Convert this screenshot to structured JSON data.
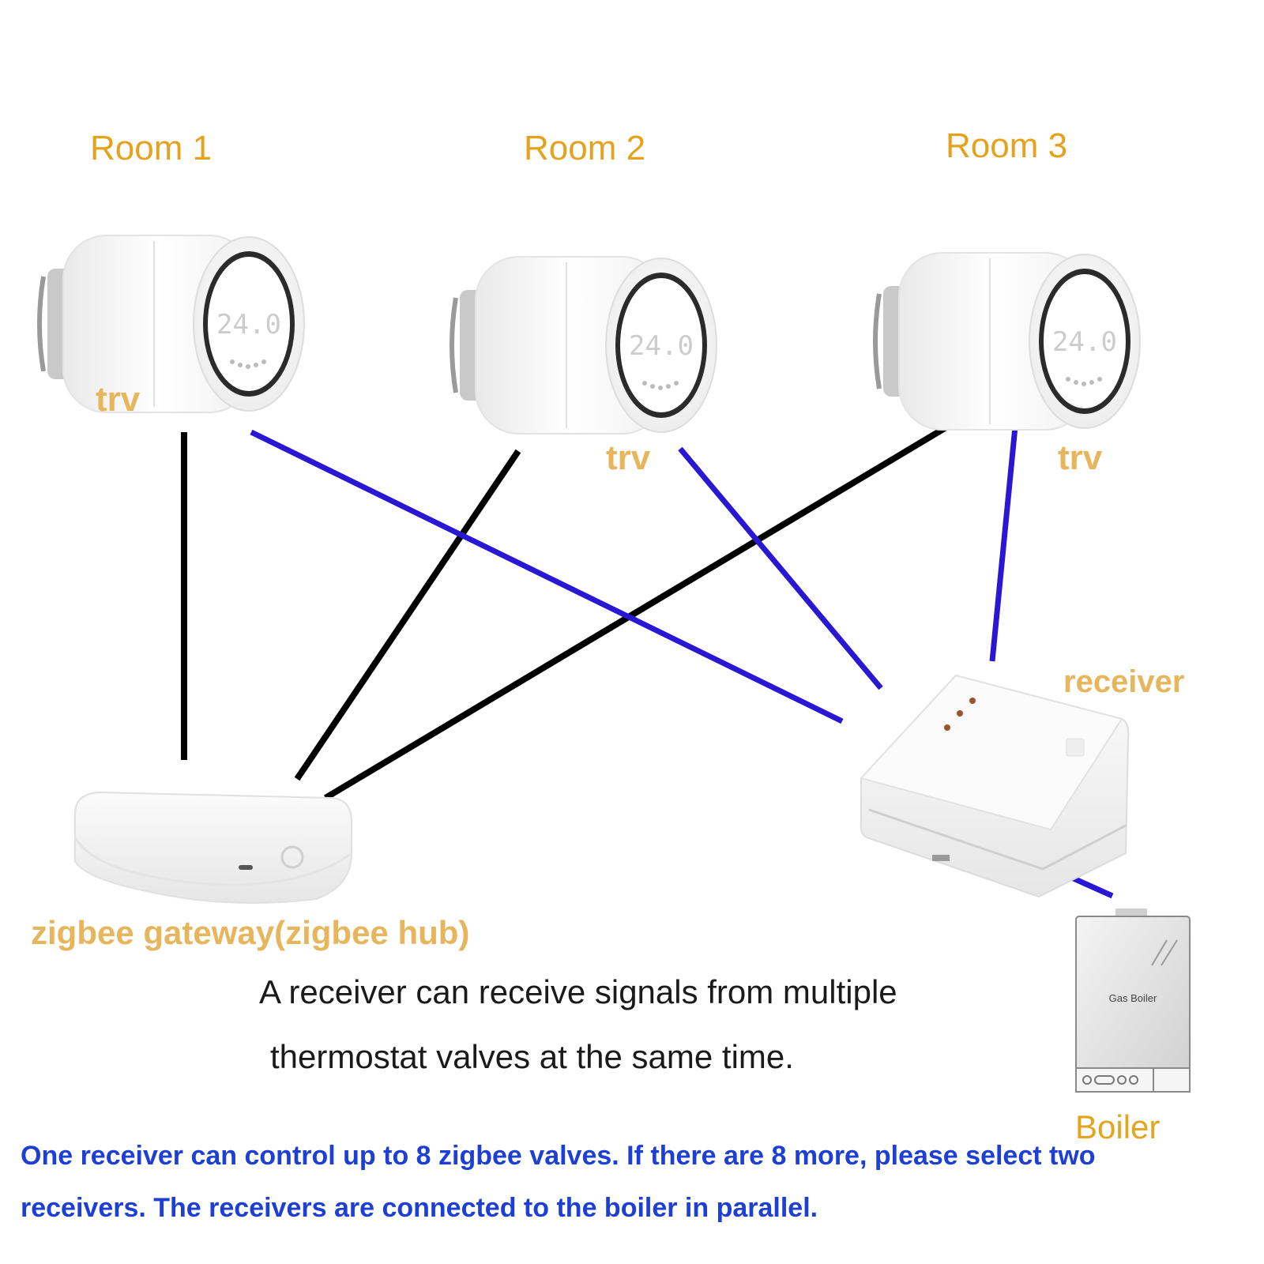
{
  "rooms": [
    {
      "label": "Room 1",
      "device": "trv",
      "display": "24.0"
    },
    {
      "label": "Room 2",
      "device": "trv",
      "display": "24.0"
    },
    {
      "label": "Room 3",
      "device": "trv",
      "display": "24.0"
    }
  ],
  "gateway": {
    "label": "zigbee gateway(zigbee hub)"
  },
  "receiver": {
    "label": "receiver"
  },
  "boiler": {
    "label": "Boiler",
    "panel_text": "Gas Boiler"
  },
  "caption": {
    "line1": "A receiver can receive signals from multiple",
    "line2": "thermostat valves at the same time."
  },
  "note": {
    "line1": "One receiver can control up to 8 zigbee valves. If there are 8 more, please select two",
    "line2": "receivers. The receivers are connected to the boiler in parallel."
  },
  "colors": {
    "gateway_link": "#000000",
    "receiver_link": "#2a17d4",
    "label_orange": "#e5a21f",
    "note_blue": "#1d3fd6"
  }
}
